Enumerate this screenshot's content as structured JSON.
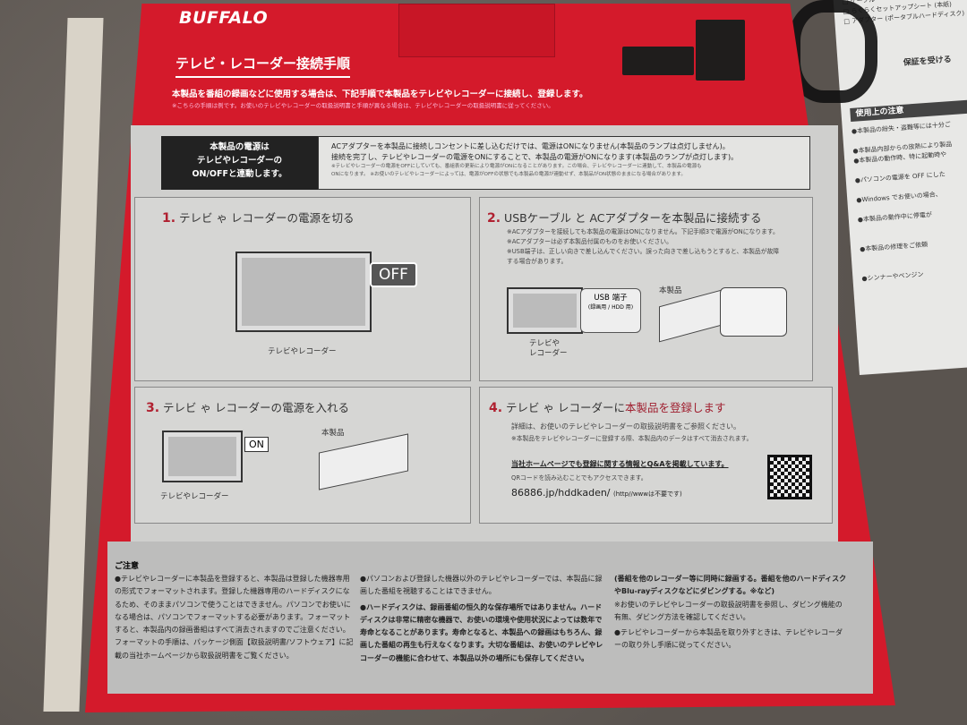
{
  "brand": "BUFFALO",
  "title": "テレビ・レコーダー接続手順",
  "intro": "本製品を番組の録画などに使用する場合は、下記手順で本製品をテレビやレコーダーに接続し、登録します。",
  "intro_note": "※こちらの手順は例です。お使いのテレビやレコーダーの取扱説明書と手順が異なる場合は、テレビやレコーダーの取扱説明書に従ってください。",
  "info": {
    "black_lines": [
      "本製品の電源は",
      "テレビやレコーダーの",
      "ON/OFFと連動します。"
    ],
    "line1": "ACアダプターを本製品に接続しコンセントに差し込むだけでは、電源はONになりません(本製品のランプは点灯しません)。",
    "line2": "接続を完了し、テレビやレコーダーの電源をONにすることで、本製品の電源がONになります(本製品のランプが点灯します)。",
    "note1": "※テレビやレコーダーの電源をOFFにしていても、番組表の更新により電源がONになることがあります。この場合、テレビやレコーダーに連動して、本製品の電源も",
    "note2": "ONになります。 ※お使いのテレビやレコーダーによっては、電源がOFFの状態でも本製品の電源が連動せず、本製品がON状態のままになる場合があります。"
  },
  "steps": [
    {
      "num": "1.",
      "title": "テレビ ゃ レコーダーの電源を切る",
      "bubble": "OFF",
      "label": "テレビやレコーダー"
    },
    {
      "num": "2.",
      "title_a": "USBケーブル",
      "title_b": "と",
      "title_c": "ACアダプター",
      "title_d": "を本製品に接続する",
      "notes": [
        "※ACアダプターを接続しても本製品の電源はONになりません。下記手順3で電源がONになります。",
        "※ACアダプターは必ず本製品付属のものをお使いください。",
        "※USB端子は、正しい向きで差し込んでください。誤った向きで差し込もうとすると、本製品が故障する場合があります。"
      ],
      "usb_label": "USB 端子",
      "usb_sub": "(録画用 / HDD 用)",
      "product_label": "本製品",
      "tv_label_1": "テレビや",
      "tv_label_2": "レコーダー"
    },
    {
      "num": "3.",
      "title": "テレビ ゃ レコーダーの電源を入れる",
      "bubble": "ON",
      "product_label": "本製品",
      "label": "テレビやレコーダー"
    },
    {
      "num": "4.",
      "title_a": "テレビ ゃ レコーダーに",
      "title_b": "本製品を登録します",
      "detail": "詳細は、お使いのテレビやレコーダーの取扱説明書をご参照ください。",
      "note": "※本製品をテレビやレコーダーに登録する際、本製品内のデータはすべて消去されます。",
      "web": "当社ホームページでも登録に関する情報とQ&Aを掲載しています。",
      "qr_text": "QRコードを読み込むことでもアクセスできます。",
      "url": "86886.jp/hddkaden/",
      "url_note": "(http//wwwは不要です)"
    }
  ],
  "caution": {
    "heading": "ご注意",
    "col1": "●テレビやレコーダーに本製品を登録すると、本製品は登録した機器専用の形式でフォーマットされます。登録した機器専用のハードディスクになるため、そのままパソコンで使うことはできません。パソコンでお使いになる場合は、パソコンでフォーマットする必要があります。フォーマットすると、本製品内の録画番組はすべて消去されますのでご注意ください。フォーマットの手順は、パッケージ側面【取扱説明書/ソフトウェア】に記載の当社ホームページから取扱説明書をご覧ください。",
    "col2a": "●パソコンおよび登録した機器以外のテレビやレコーダーでは、本製品に録画した番組を視聴することはできません。",
    "col2b": "●ハードディスクは、録画番組の恒久的な保存場所ではありません。ハードディスクは非常に精密な機器で、お使いの環境や使用状況によっては数年で寿命となることがあります。寿命となると、本製品への録画はもちろん、録画した番組の再生も行えなくなります。大切な番組は、お使いのテレビやレコーダーの機能に合わせて、本製品以外の場所にも保存してください。",
    "col3a": "(番組を他のレコーダー等に同時に録画する。番組を他のハードディスクやBlu-rayディスクなどにダビングする。※など)",
    "col3b": "※お使いのテレビやレコーダーの取扱説明書を参照し、ダビング機能の有無、ダビング方法を確認してください。",
    "col3c": "●テレビやレコーダーから本製品を取り外すときは、テレビやレコーダーの取り外し手順に従ってください。"
  },
  "leaflet": {
    "lines": [
      "□ ケーブル",
      "□ らくらくセットアップシート (本紙)",
      "□ アダプター (ポータブルハードディスク)"
    ],
    "warranty": "保証を受ける",
    "heading": "使用上の注意",
    "items": [
      "●本製品の紛失・盗難等には十分ご",
      "●本製品内部からの放熱により製品",
      "●本製品の動作時、特に起動時や",
      "●パソコンの電源を OFF にした",
      "●Windows でお使いの場合、",
      "●本製品の動作中に停電が",
      "●本製品の修理をご依頼",
      "●シンナーやベンジン"
    ]
  }
}
